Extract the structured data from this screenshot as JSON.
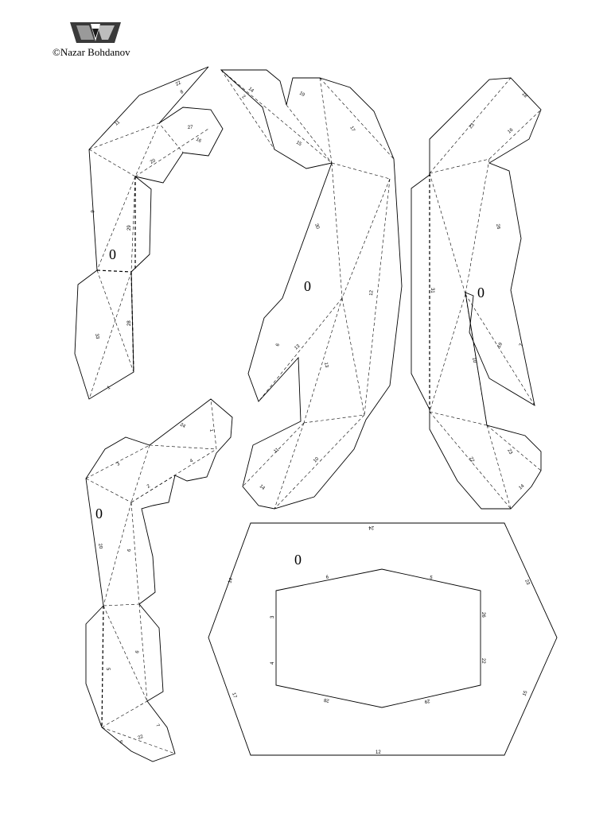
{
  "credit": "©Nazar Bohdanov",
  "logo_icon": "nb-logo-icon",
  "piece_labels": [
    "0",
    "0",
    "0",
    "0",
    "0"
  ],
  "edge_numbers": {
    "p1": [
      "22",
      "8",
      "11",
      "27",
      "16",
      "20",
      "9",
      "29",
      "28",
      "33",
      "1"
    ],
    "p2": [
      "14",
      "2",
      "19",
      "15",
      "17",
      "30",
      "12",
      "6",
      "13",
      "13",
      "11",
      "10",
      "14"
    ],
    "p3": [
      "18",
      "23",
      "16",
      "26",
      "31",
      "19",
      "7",
      "10",
      "22",
      "23",
      "14"
    ],
    "p4": [
      "24",
      "1",
      "4",
      "2",
      "3",
      "6",
      "20",
      "6",
      "5",
      "7",
      "22",
      "6"
    ],
    "p5": [
      "24",
      "14",
      "23",
      "6",
      "5",
      "3",
      "26",
      "4",
      "22",
      "28",
      "29",
      "17",
      "15",
      "12"
    ]
  }
}
